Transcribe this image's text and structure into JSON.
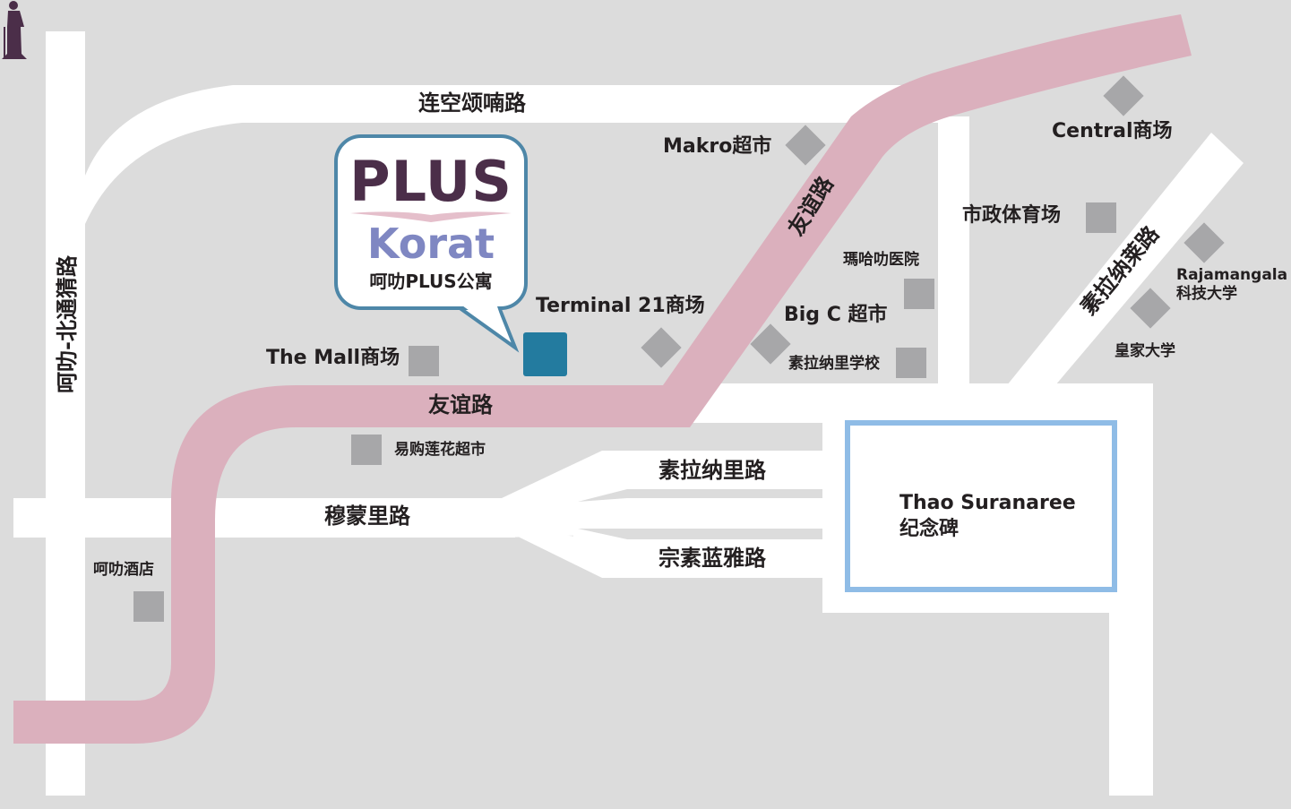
{
  "colors": {
    "background": "#dcdcdc",
    "road": "#ffffff",
    "main_road": "#dbb0bd",
    "poi": "#a7a7a9",
    "plus_marker": "#237b9f",
    "monument_border": "#8fbce6",
    "plus_title": "#4b2e49",
    "plus_korat": "#7f87c2",
    "callout_border": "#4e87a8"
  },
  "roads": {
    "top_road": "连空颂喃路",
    "west_road": "呵叻-北通猜路",
    "friendship_upper": "友谊路",
    "friendship_lower": "友谊路",
    "east_diag_road": "素拉纳莱路",
    "mittraphap_west": "穆蒙里路",
    "surnaree_road": "素拉纳里路",
    "chomsurang_road": "宗素蓝雅路"
  },
  "callout": {
    "title": "PLUS",
    "subtitle": "Korat",
    "caption": "呵叻PLUS公寓"
  },
  "places": {
    "terminal21": "Terminal 21商场",
    "the_mall": "The Mall商场",
    "makro": "Makro超市",
    "central": "Central商场",
    "city_hall": "市政体育场",
    "maharat_hospital": "瑪哈叻医院",
    "big_c": "Big C 超市",
    "surnaree_school": "素拉纳里学校",
    "rajamangala_line1": "Rajamangala",
    "rajamangala_line2": "科技大学",
    "royal_univ": "皇家大学",
    "lotus": "易购莲花超市",
    "korat_hotel": "呵叻酒店",
    "monument_line1": "Thao Suranaree",
    "monument_line2": "纪念碑"
  },
  "icons": {
    "poi": "building-marker-icon",
    "statue": "statue-icon",
    "plus": "plus-location-icon"
  }
}
